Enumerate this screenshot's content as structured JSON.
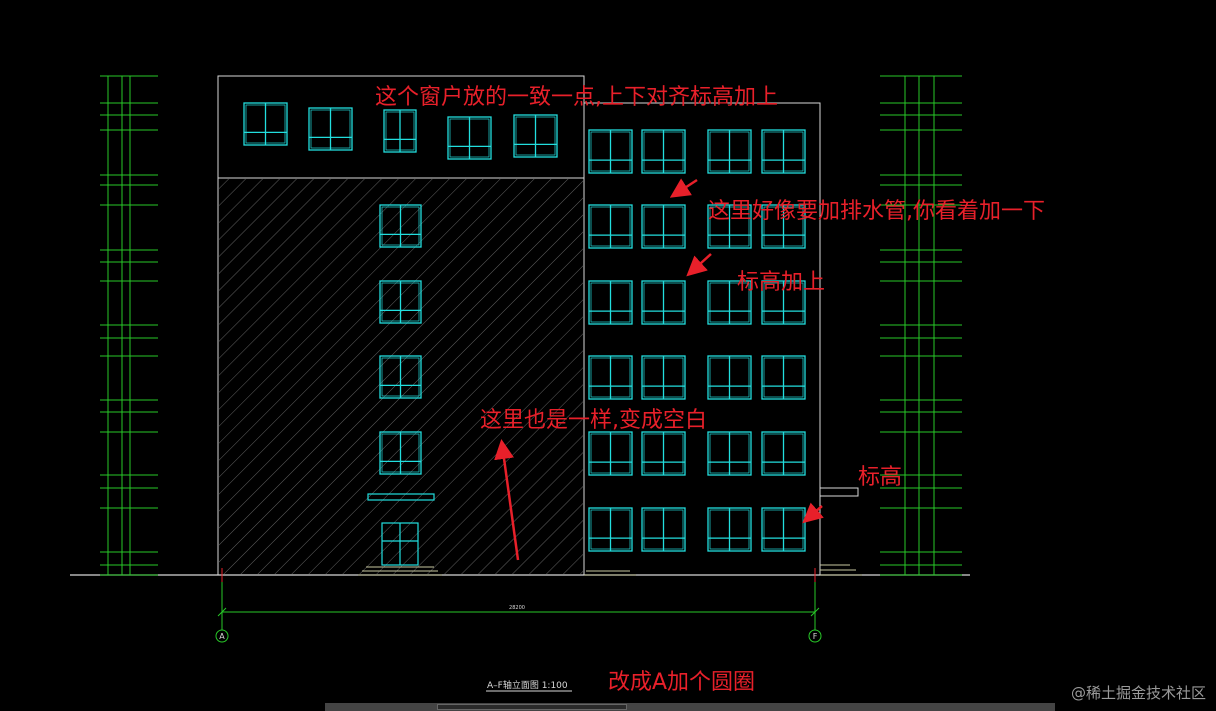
{
  "drawing": {
    "title": "A–F轴立面图 1:100",
    "total_dimension": "28200",
    "axis_left": "A",
    "axis_right": "F"
  },
  "annotations": {
    "window_align": "这个窗户放的一致一点,上下对齐标高加上",
    "drain_pipe": "这里好像要加排水管,你看着加一下",
    "elevation_add": "标高加上",
    "same_blank": "这里也是一样,变成空白",
    "elevation": "标高",
    "axis_circle": "改成A加个圆圈"
  },
  "watermark": "@稀土掘金技术社区",
  "colors": {
    "background": "#000000",
    "outline": "#d8d8d8",
    "window": "#22dede",
    "dimension": "#28c828",
    "annotation": "#e8202a",
    "hatch": "#7a7a7a"
  }
}
